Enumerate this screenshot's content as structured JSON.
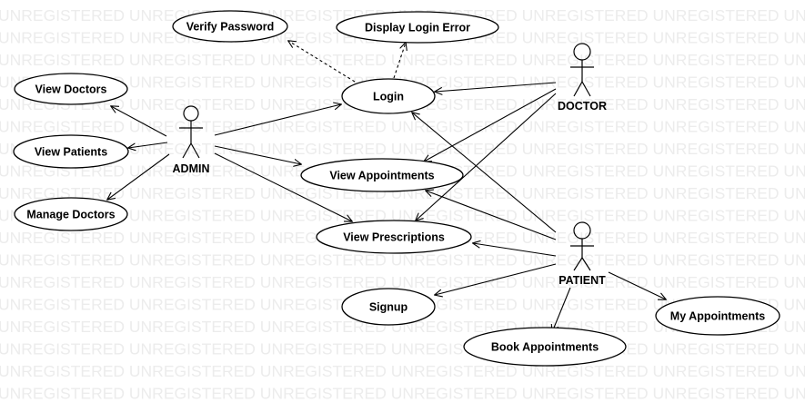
{
  "watermark": {
    "text": "UNREGISTERED"
  },
  "actors": {
    "admin": {
      "label": "ADMIN"
    },
    "doctor": {
      "label": "DOCTOR"
    },
    "patient": {
      "label": "PATIENT"
    }
  },
  "use_cases": {
    "verify_password": "Verify Password",
    "display_login_error": "Display Login Error",
    "view_doctors": "View Doctors",
    "login": "Login",
    "view_patients": "View Patients",
    "view_appointments": "View Appointments",
    "manage_doctors": "Manage Doctors",
    "view_prescriptions": "View Prescriptions",
    "signup": "Signup",
    "my_appointments": "My Appointments",
    "book_appointments": "Book Appointments"
  }
}
